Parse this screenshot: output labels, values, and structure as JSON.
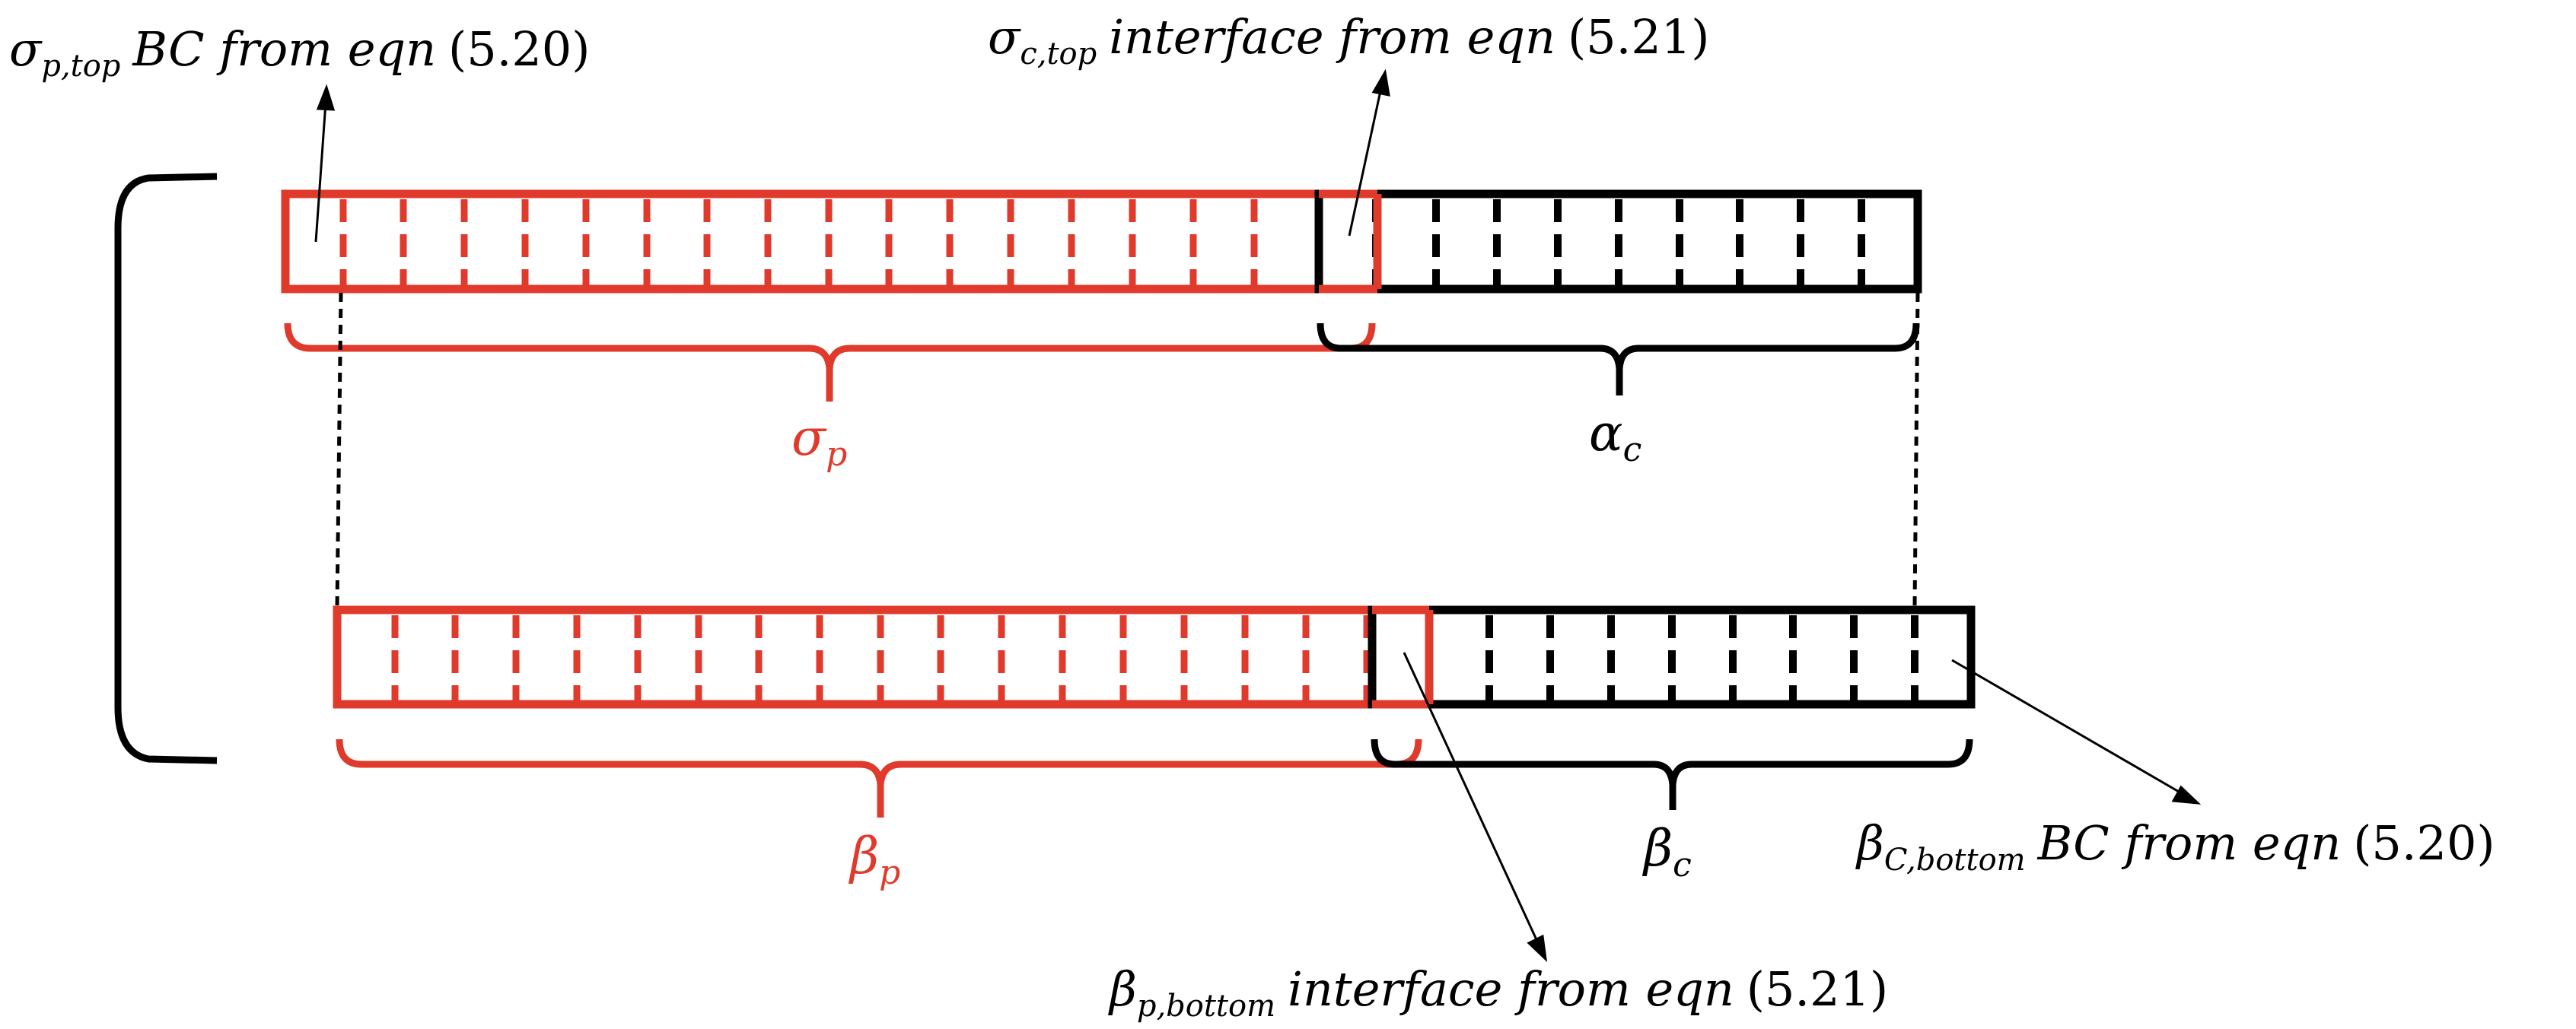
{
  "colors": {
    "red": "#e03a2c",
    "black": "#000000"
  },
  "annotations": {
    "sigma_p_top": {
      "sym": "σ",
      "sub": "p,top",
      "text": "BC from eqn",
      "num": "(5.20)"
    },
    "sigma_c_top": {
      "sym": "σ",
      "sub": "c,top",
      "text": "interface from eqn",
      "num": "(5.21)"
    },
    "beta_c_bottom": {
      "sym": "β",
      "sub": "C,bottom",
      "text": "BC from eqn",
      "num": "(5.20)"
    },
    "beta_p_bottom": {
      "sym": "β",
      "sub": "p,bottom",
      "text": "interface from eqn",
      "num": "(5.21)"
    }
  },
  "labels": {
    "sigma_p": {
      "sym": "σ",
      "sub": "p"
    },
    "alpha_c": {
      "sym": "α",
      "sub": "c"
    },
    "beta_p": {
      "sym": "β",
      "sub": "p"
    },
    "beta_c": {
      "sym": "β",
      "sub": "c"
    }
  }
}
